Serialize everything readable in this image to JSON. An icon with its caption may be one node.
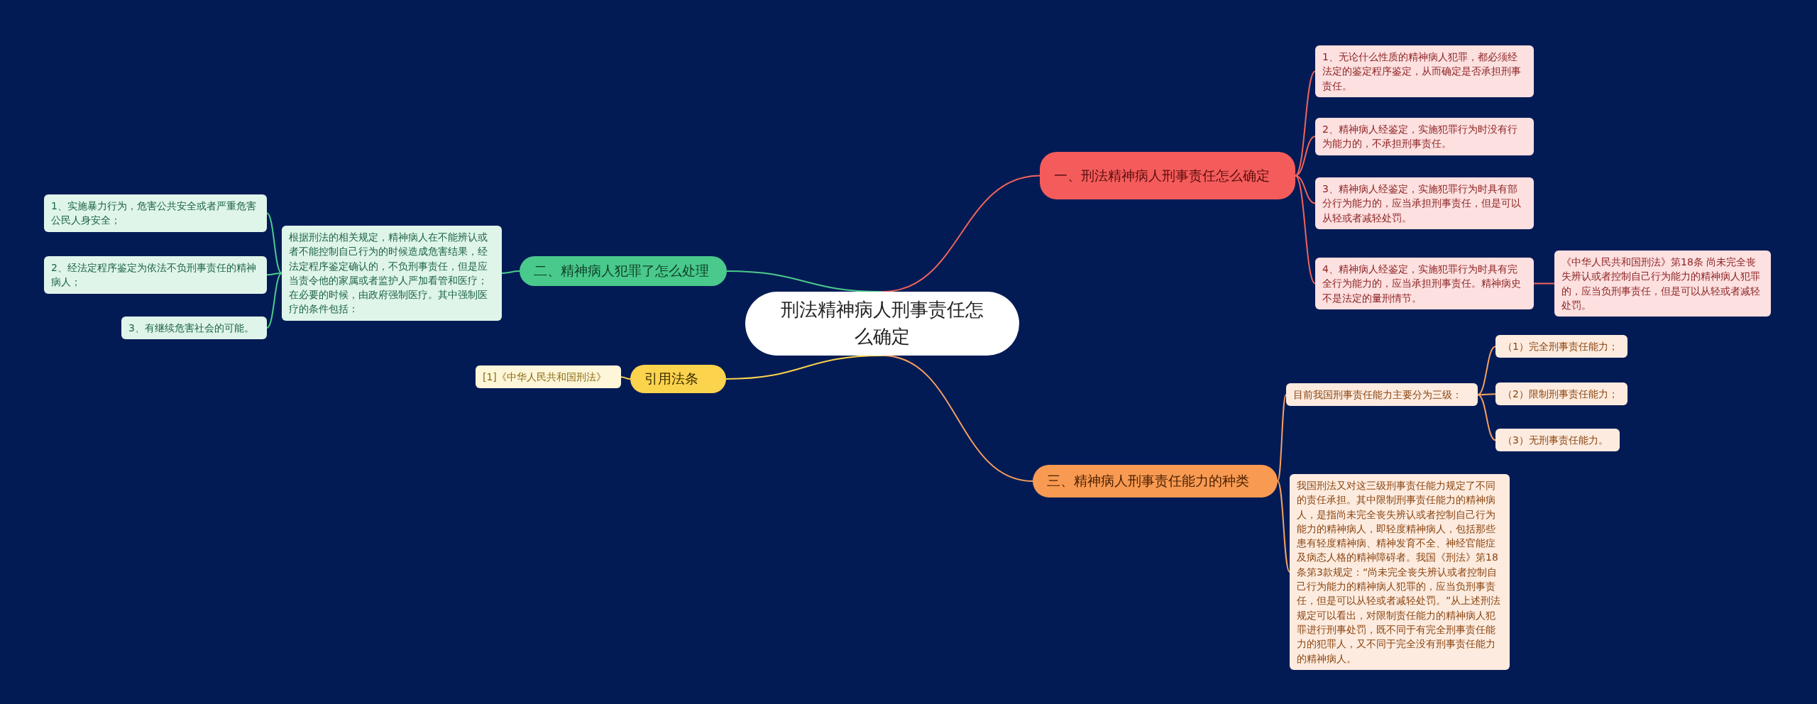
{
  "diagram": {
    "nodes": [
      {
        "text": [
          "刑法精神病人刑事责任怎么确定"
        ]
      },
      {
        "text": [
          "一、刑法精神病人刑事责任怎么确定"
        ]
      },
      {
        "text": [
          "1、无论什么性质的精神病人犯罪，都必须经法定的鉴定程序鉴定，从而确定是否承担刑事责任。"
        ]
      },
      {
        "text": [
          "2、精神病人经鉴定，实施犯罪行为时没有行为能力的，不承担刑事责任。"
        ]
      },
      {
        "text": [
          "3、精神病人经鉴定，实施犯罪行为时具有部分行为能力的，应当承担刑事责任，但是可以从轻或者减轻处罚。"
        ]
      },
      {
        "text": [
          "4、精神病人经鉴定，实施犯罪行为时具有完全行为能力的，应当承担刑事责任。精神病史不是法定的量刑情节。"
        ]
      },
      {
        "text": [
          "《中华人民共和国刑法》第18条 尚未完全丧失辨认或者控制自己行为能力的精神病人犯罪的，应当负刑事责任，但是可以从轻或者减轻处罚。"
        ]
      },
      {
        "text": [
          "三、精神病人刑事责任能力的种类"
        ]
      },
      {
        "text": [
          "目前我国刑事责任能力主要分为三级："
        ]
      },
      {
        "text": [
          "（1）完全刑事责任能力；"
        ]
      },
      {
        "text": [
          "（2）限制刑事责任能力；"
        ]
      },
      {
        "text": [
          "（3）无刑事责任能力。"
        ]
      },
      {
        "text": [
          "我国刑法又对这三级刑事责任能力规定了不同的责任承担。其中限制刑事责任能力的精神病人，是指尚未完全丧失辨认或者控制自己行为能力的精神病人，即轻度精神病人，包括那些患有轻度精神病、精神发育不全、神经官能症及病态人格的精神障碍者。我国《刑法》第18条第3款规定：“尚未完全丧失辨认或者控制自己行为能力的精神病人犯罪的，应当负刑事责任，但是可以从轻或者减轻处罚。”从上述刑法规定可以看出，对限制责任能力的精神病人犯罪进行刑事处罚，既不同于有完全刑事责任能力的犯罪人，又不同于完全没有刑事责任能力的精神病人。"
        ]
      },
      {
        "text": [
          "二、精神病人犯罪了怎么处理"
        ]
      },
      {
        "text": [
          "根据刑法的相关规定，精神病人在不能辨认或者不能控制自己行为的时候造成危害结果，经法定程序鉴定确认的，不负刑事责任，但是应当责令他的家属或者监护人严加看管和医疗；在必要的时候，由政府强制医疗。其中强制医疗的条件包括："
        ]
      },
      {
        "text": [
          "1、实施暴力行为，危害公共安全或者严重危害公民人身安全；"
        ]
      },
      {
        "text": [
          "2、经法定程序鉴定为依法不负刑事责任的精神病人；"
        ]
      },
      {
        "text": [
          "3、有继续危害社会的可能。"
        ]
      },
      {
        "text": [
          "引用法条"
        ]
      },
      {
        "text": [
          "[1]《中华人民共和国刑法》"
        ]
      }
    ],
    "edges": [
      {
        "from": 0,
        "to": 1,
        "arrow": "none",
        "color": "#f0645c"
      },
      {
        "from": 1,
        "to": 2,
        "arrow": "none",
        "color": "#f0645c"
      },
      {
        "from": 1,
        "to": 3,
        "arrow": "none",
        "color": "#f0645c"
      },
      {
        "from": 1,
        "to": 4,
        "arrow": "none",
        "color": "#f0645c"
      },
      {
        "from": 1,
        "to": 5,
        "arrow": "none",
        "color": "#f0645c"
      },
      {
        "from": 5,
        "to": 6,
        "arrow": "none",
        "color": "#f0645c"
      },
      {
        "from": 0,
        "to": 7,
        "arrow": "none",
        "color": "#f7a05e"
      },
      {
        "from": 7,
        "to": 8,
        "arrow": "none",
        "color": "#f7a05e"
      },
      {
        "from": 8,
        "to": 9,
        "arrow": "none",
        "color": "#f7a05e"
      },
      {
        "from": 8,
        "to": 10,
        "arrow": "none",
        "color": "#f7a05e"
      },
      {
        "from": 8,
        "to": 11,
        "arrow": "none",
        "color": "#f7a05e"
      },
      {
        "from": 7,
        "to": 12,
        "arrow": "none",
        "color": "#f7a05e"
      },
      {
        "from": 0,
        "to": 13,
        "arrow": "none",
        "color": "#4ccb8a"
      },
      {
        "from": 13,
        "to": 14,
        "arrow": "none",
        "color": "#4ccb8a"
      },
      {
        "from": 14,
        "to": 15,
        "arrow": "none",
        "color": "#4ccb8a"
      },
      {
        "from": 14,
        "to": 16,
        "arrow": "none",
        "color": "#4ccb8a"
      },
      {
        "from": 14,
        "to": 17,
        "arrow": "none",
        "color": "#4ccb8a"
      },
      {
        "from": 0,
        "to": 18,
        "arrow": "none",
        "color": "#fcd34d"
      },
      {
        "from": 18,
        "to": 19,
        "arrow": "none",
        "color": "#fcd34d"
      }
    ]
  }
}
